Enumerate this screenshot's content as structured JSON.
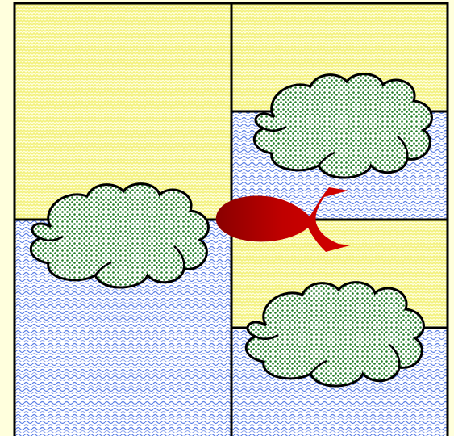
{
  "colors": {
    "background": "#FFFFDD",
    "yellow_pattern": "#F2F07A",
    "water_pattern": "#5B7FE6",
    "cloud_fill": "#FFFFFF",
    "cloud_dots": "#1E7A22",
    "outline": "#000000",
    "alpha_symbol": "#C00000"
  },
  "icons": {
    "symbol": "alpha-symbol-icon",
    "cloud": "cloud-icon"
  },
  "regions": [
    {
      "id": "top-left",
      "upper": "yellow-pattern",
      "lower": "water-pattern",
      "level": 0.5
    },
    {
      "id": "top-right",
      "upper": "yellow-pattern",
      "lower": "water-pattern",
      "level": 0.5
    },
    {
      "id": "bottom-right",
      "upper": "yellow-pattern",
      "lower": "water-pattern",
      "level": 0.5
    }
  ],
  "clouds_count": 3
}
